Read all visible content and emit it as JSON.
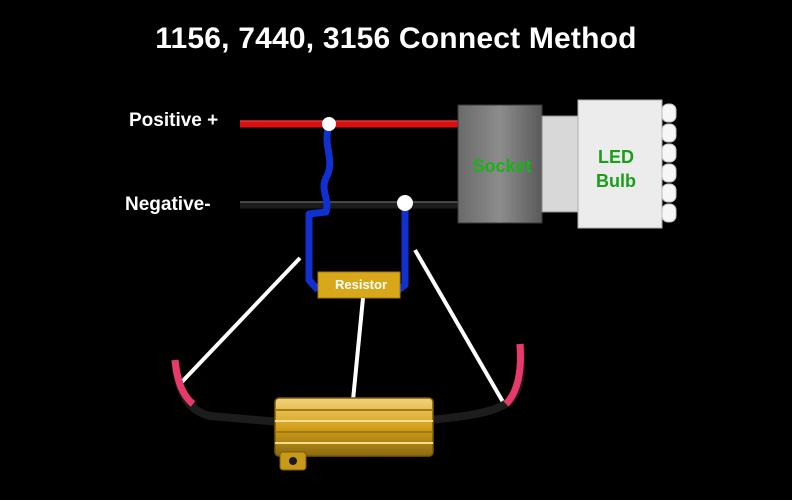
{
  "diagram": {
    "title": "1156, 7440, 3156 Connect Method",
    "labels": {
      "positive": "Positive +",
      "negative": "Negative-",
      "socket": "Socket",
      "led": "LED",
      "bulb": "Bulb",
      "resistor": "Resistor"
    },
    "colors": {
      "background": "#000000",
      "positive_wire": "#e01010",
      "negative_wire": "#1a1a1a",
      "resistor_lead": "#1030d0",
      "socket_label": "#19b319",
      "resistor_body": "#d9a81a",
      "pointer_lines": "#ffffff",
      "pink_lead": "#e83a6a"
    },
    "icons": [
      "socket-icon",
      "led-bulb-icon",
      "resistor-icon",
      "junction-dot-icon"
    ]
  }
}
